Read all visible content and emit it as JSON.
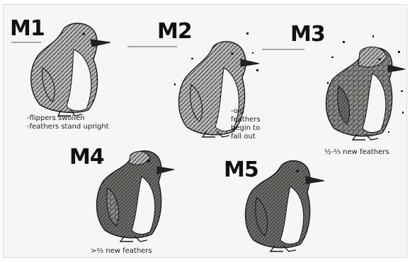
{
  "stages": [
    {
      "id": "m1",
      "label": "M1",
      "notes": "-flippers swollen\n-feathers stand upright"
    },
    {
      "id": "m2",
      "label": "M2",
      "notes": "-old\nfeathers\nbegin to\nfall out"
    },
    {
      "id": "m3",
      "label": "M3",
      "notes": "½-⅔ new feathers"
    },
    {
      "id": "m4",
      "label": "M4",
      "notes": ">⅔ new feathers"
    },
    {
      "id": "m5",
      "label": "M5",
      "notes": ""
    }
  ],
  "colors": {
    "ink": "#1a1a1a",
    "paper": "#f6f6f4",
    "old_feathers": "#8f8f8f",
    "new_feathers": "#5a5a5a"
  }
}
